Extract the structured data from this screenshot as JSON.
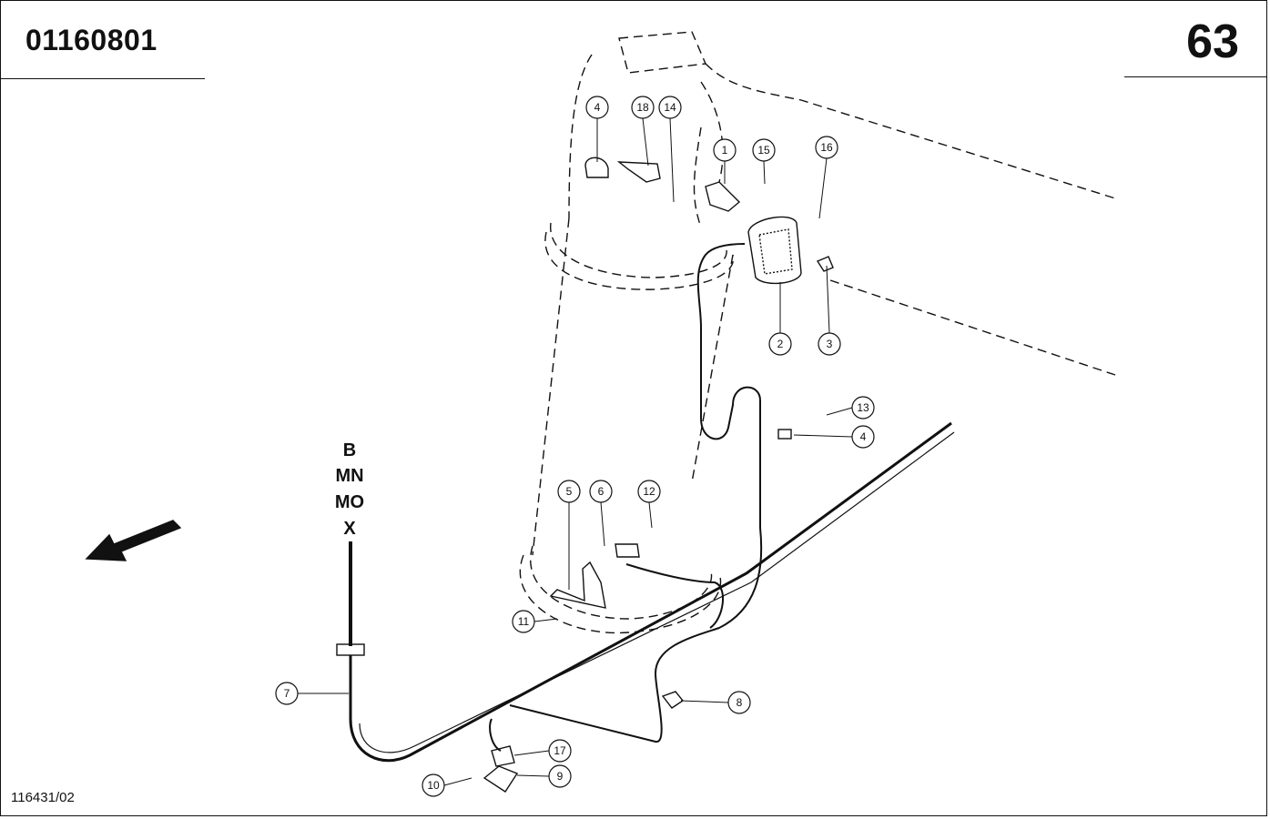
{
  "header": {
    "doc_number": "01160801",
    "page_number": "63"
  },
  "footer": {
    "drawing_ref": "116431/02"
  },
  "variants": [
    "B",
    "MN",
    "MO",
    "X"
  ],
  "callouts": [
    {
      "id": "c4a",
      "label": "4"
    },
    {
      "id": "c18",
      "label": "18"
    },
    {
      "id": "c14",
      "label": "14"
    },
    {
      "id": "c1",
      "label": "1"
    },
    {
      "id": "c15",
      "label": "15"
    },
    {
      "id": "c16",
      "label": "16"
    },
    {
      "id": "c2",
      "label": "2"
    },
    {
      "id": "c3",
      "label": "3"
    },
    {
      "id": "c13",
      "label": "13"
    },
    {
      "id": "c4b",
      "label": "4"
    },
    {
      "id": "c5",
      "label": "5"
    },
    {
      "id": "c6",
      "label": "6"
    },
    {
      "id": "c12",
      "label": "12"
    },
    {
      "id": "c11",
      "label": "11"
    },
    {
      "id": "c7",
      "label": "7"
    },
    {
      "id": "c8",
      "label": "8"
    },
    {
      "id": "c17",
      "label": "17"
    },
    {
      "id": "c9",
      "label": "9"
    },
    {
      "id": "c10",
      "label": "10"
    }
  ]
}
